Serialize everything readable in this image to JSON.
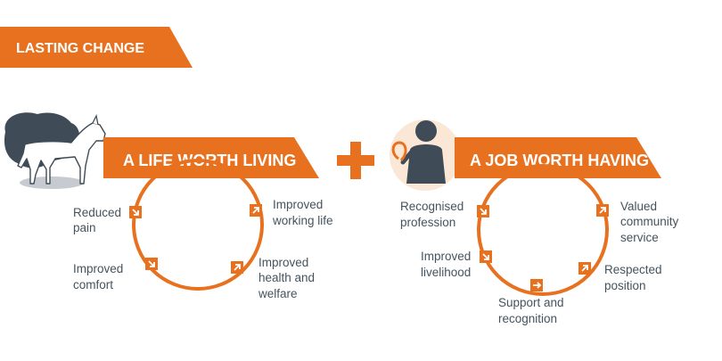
{
  "header": {
    "label": "LASTING CHANGE"
  },
  "left_cycle": {
    "title": "A LIFE WORTH LIVING",
    "labels": {
      "reduced_pain": [
        "Reduced",
        "pain"
      ],
      "improved_working_life": [
        "Improved",
        "working life"
      ],
      "improved_comfort": [
        "Improved",
        "comfort"
      ],
      "improved_health_welfare": [
        "Improved",
        "health and",
        "welfare"
      ]
    }
  },
  "plus_icon": "plus-icon",
  "right_cycle": {
    "title": "A JOB WORTH HAVING",
    "labels": {
      "recognised_profession": [
        "Recognised",
        "profession"
      ],
      "valued_community_service": [
        "Valued",
        "community",
        "service"
      ],
      "improved_livelihood": [
        "Improved",
        "livelihood"
      ],
      "respected_position": [
        "Respected",
        "position"
      ],
      "support_recognition": [
        "Support and",
        "recognition"
      ]
    }
  },
  "icons": {
    "left": "horse-icon",
    "right": "person-with-horseshoe-icon"
  },
  "colors": {
    "accent": "#e8711f",
    "text": "#45535e",
    "icon": "#3f4b56",
    "shadow": "#c7cbd1",
    "circle_bg": "#fbe7d6"
  }
}
